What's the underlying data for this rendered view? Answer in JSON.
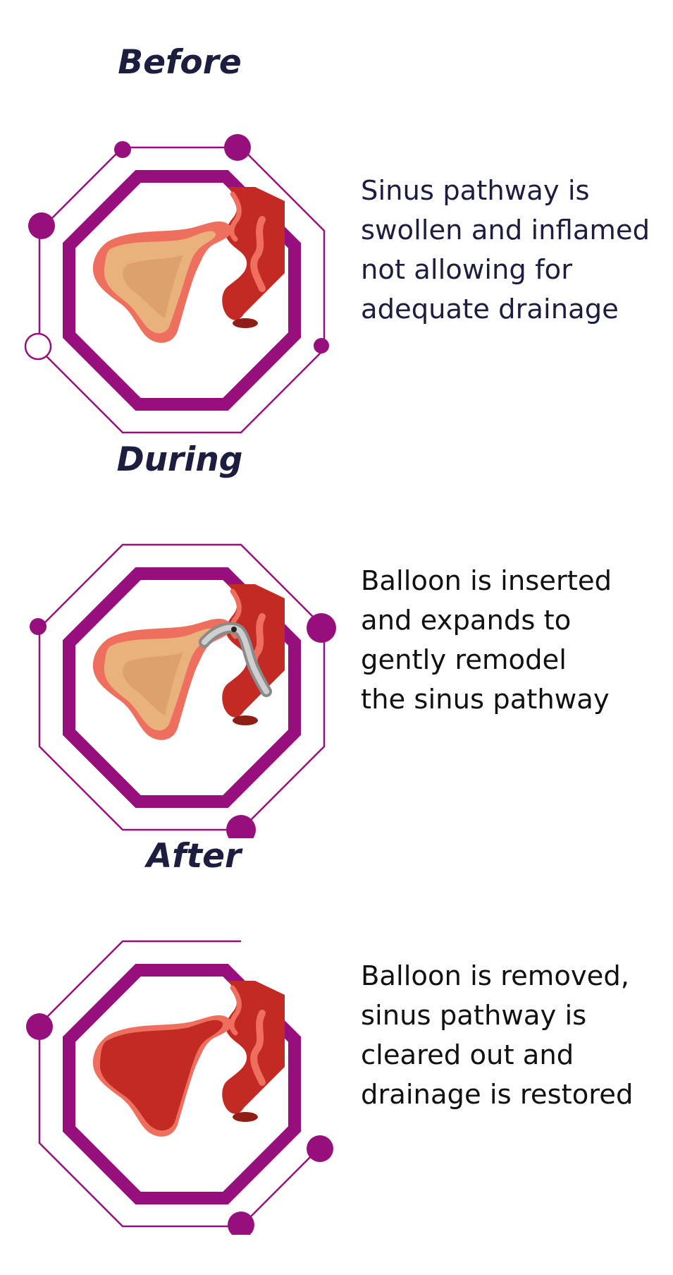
{
  "colors": {
    "accent": "#970f7d",
    "title": "#1c1d3f",
    "text": "#1c1d3f",
    "tissue_red": "#c42a24",
    "tissue_pink": "#ee6f5e",
    "sinus_fill": "#e9b27d",
    "balloon": "#a9a9a9"
  },
  "steps": [
    {
      "id": "before",
      "title": "Before",
      "description_lines": [
        "Sinus pathway is",
        "swollen and inflamed",
        "not allowing for",
        "adequate drainage"
      ]
    },
    {
      "id": "during",
      "title": "During",
      "description_lines": [
        "Balloon is inserted",
        "and expands to",
        "gently remodel",
        "the sinus pathway"
      ]
    },
    {
      "id": "after",
      "title": "After",
      "description_lines": [
        "Balloon is removed,",
        "sinus pathway is",
        "cleared out and",
        "drainage is restored"
      ]
    }
  ]
}
